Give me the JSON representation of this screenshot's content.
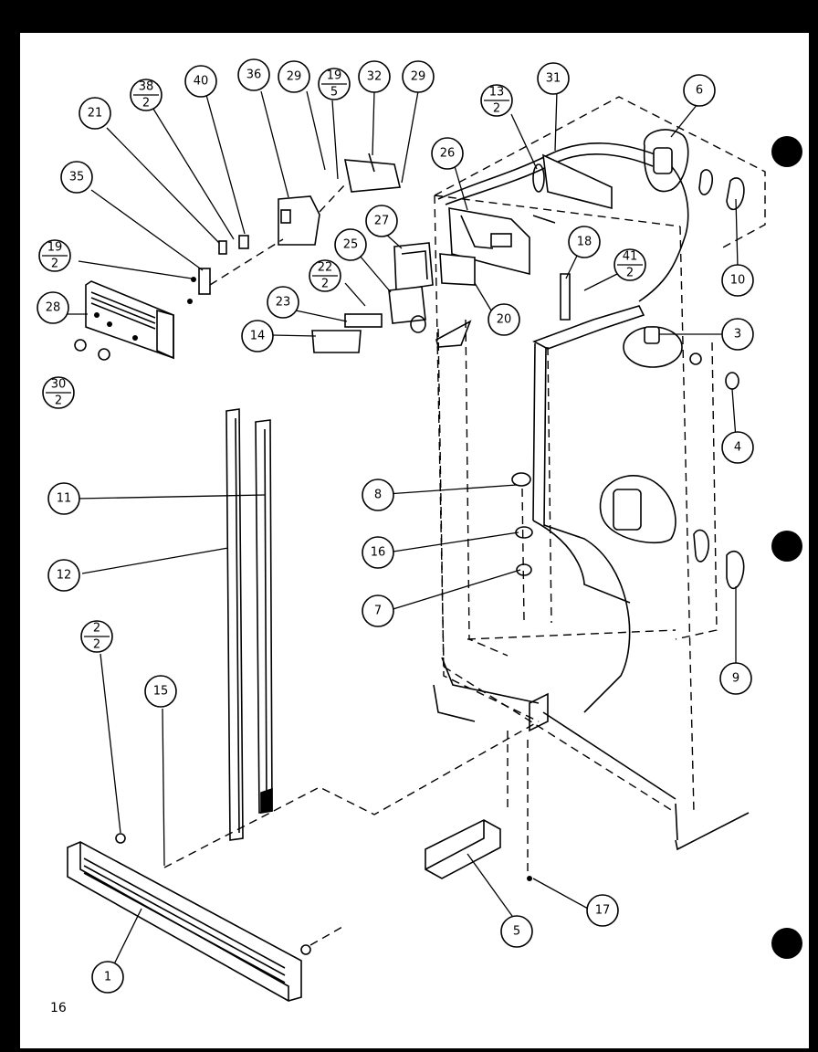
{
  "page_number": "16",
  "callouts": [
    {
      "id": "c1",
      "label": "1"
    },
    {
      "id": "c2",
      "num": "2",
      "den": "2"
    },
    {
      "id": "c3",
      "label": "3"
    },
    {
      "id": "c4",
      "label": "4"
    },
    {
      "id": "c5",
      "label": "5"
    },
    {
      "id": "c6",
      "label": "6"
    },
    {
      "id": "c7",
      "label": "7"
    },
    {
      "id": "c8",
      "label": "8"
    },
    {
      "id": "c9",
      "label": "9"
    },
    {
      "id": "c10",
      "label": "10"
    },
    {
      "id": "c11",
      "label": "11"
    },
    {
      "id": "c12",
      "label": "12"
    },
    {
      "id": "c13",
      "num": "13",
      "den": "2"
    },
    {
      "id": "c14",
      "label": "14"
    },
    {
      "id": "c15",
      "label": "15"
    },
    {
      "id": "c16",
      "label": "16"
    },
    {
      "id": "c17",
      "label": "17"
    },
    {
      "id": "c18",
      "label": "18"
    },
    {
      "id": "c19",
      "num": "19",
      "den": "2"
    },
    {
      "id": "c19b",
      "num": "19",
      "den": "5"
    },
    {
      "id": "c20",
      "label": "20"
    },
    {
      "id": "c21",
      "label": "21"
    },
    {
      "id": "c22",
      "num": "22",
      "den": "2"
    },
    {
      "id": "c23",
      "label": "23"
    },
    {
      "id": "c25",
      "label": "25"
    },
    {
      "id": "c26",
      "label": "26"
    },
    {
      "id": "c27",
      "label": "27"
    },
    {
      "id": "c28",
      "label": "28"
    },
    {
      "id": "c29a",
      "label": "29"
    },
    {
      "id": "c29b",
      "label": "29"
    },
    {
      "id": "c30",
      "num": "30",
      "den": "2"
    },
    {
      "id": "c31",
      "label": "31"
    },
    {
      "id": "c32",
      "label": "32"
    },
    {
      "id": "c35",
      "label": "35"
    },
    {
      "id": "c36",
      "label": "36"
    },
    {
      "id": "c38",
      "num": "38",
      "den": "2"
    },
    {
      "id": "c40",
      "label": "40"
    },
    {
      "id": "c41",
      "num": "41",
      "den": "2"
    }
  ]
}
